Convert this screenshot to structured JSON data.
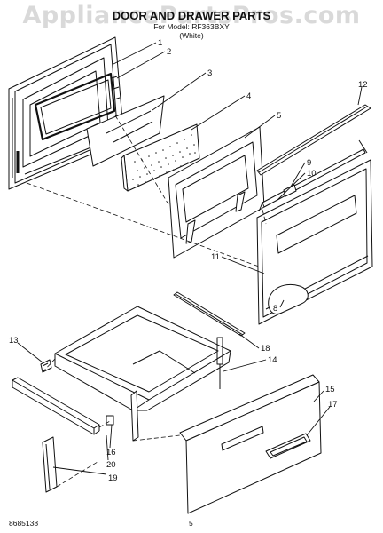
{
  "watermark": "AppliancePartsPros.com",
  "header": {
    "title": "DOOR AND DRAWER PARTS",
    "model_line": "For Model: RF363BXY",
    "color_line": "(White)"
  },
  "callouts": [
    "1",
    "2",
    "3",
    "4",
    "5",
    "12",
    "9",
    "10",
    "11",
    "8",
    "13",
    "18",
    "14",
    "15",
    "17",
    "16",
    "20",
    "19"
  ],
  "footer": {
    "code": "8685138",
    "page": "5"
  }
}
